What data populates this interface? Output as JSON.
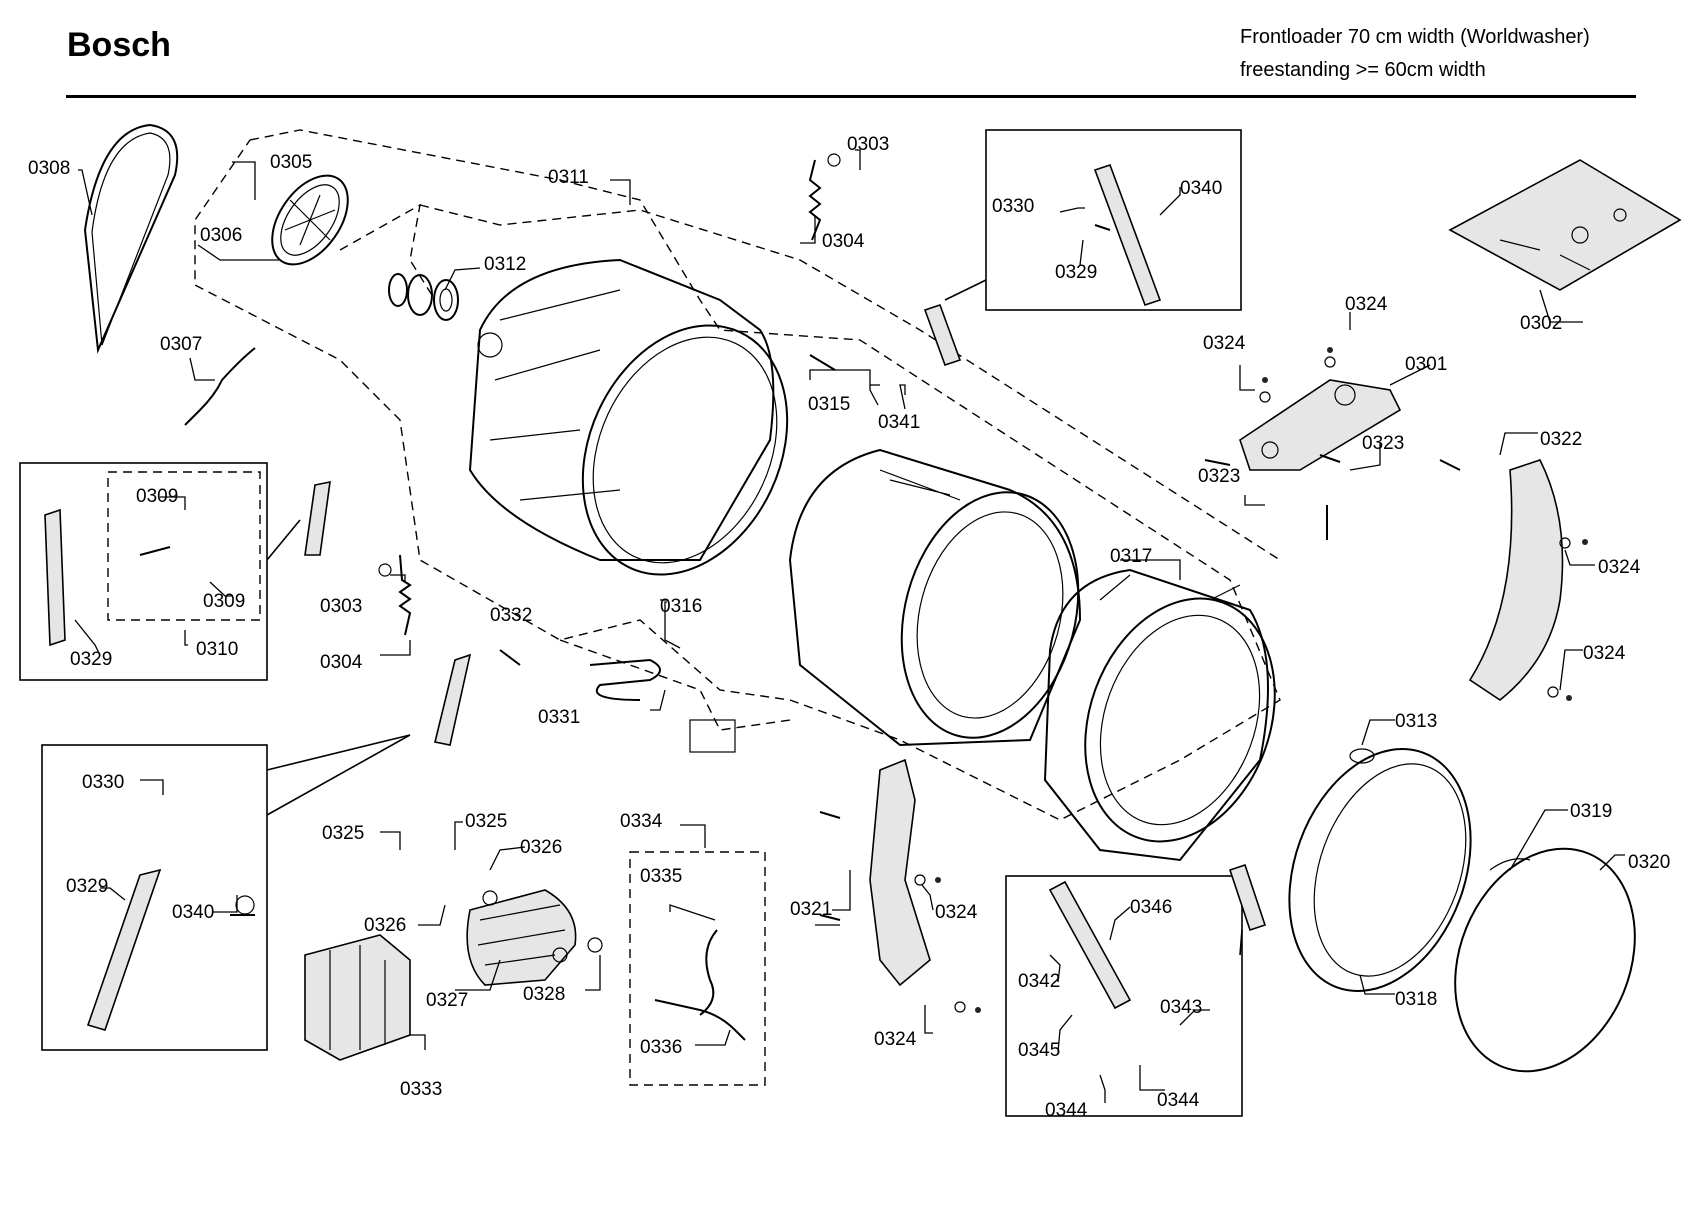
{
  "header": {
    "brand": "Bosch",
    "model_line_1": "Frontloader 70 cm width (Worldwasher)",
    "model_line_2": "freestanding >= 60cm width"
  },
  "parts": {
    "p0301": "0301",
    "p0302": "0302",
    "p0303": "0303",
    "p0304": "0304",
    "p0305": "0305",
    "p0306": "0306",
    "p0307": "0307",
    "p0308": "0308",
    "p0309": "0309",
    "p0310": "0310",
    "p0311": "0311",
    "p0312": "0312",
    "p0313": "0313",
    "p0315": "0315",
    "p0316": "0316",
    "p0317": "0317",
    "p0318": "0318",
    "p0319": "0319",
    "p0320": "0320",
    "p0321": "0321",
    "p0322": "0322",
    "p0323": "0323",
    "p0324": "0324",
    "p0325": "0325",
    "p0326": "0326",
    "p0327": "0327",
    "p0328": "0328",
    "p0329": "0329",
    "p0330": "0330",
    "p0331": "0331",
    "p0332": "0332",
    "p0333": "0333",
    "p0334": "0334",
    "p0335": "0335",
    "p0336": "0336",
    "p0340": "0340",
    "p0341": "0341",
    "p0342": "0342",
    "p0343": "0343",
    "p0344": "0344",
    "p0345": "0345",
    "p0346": "0346"
  }
}
